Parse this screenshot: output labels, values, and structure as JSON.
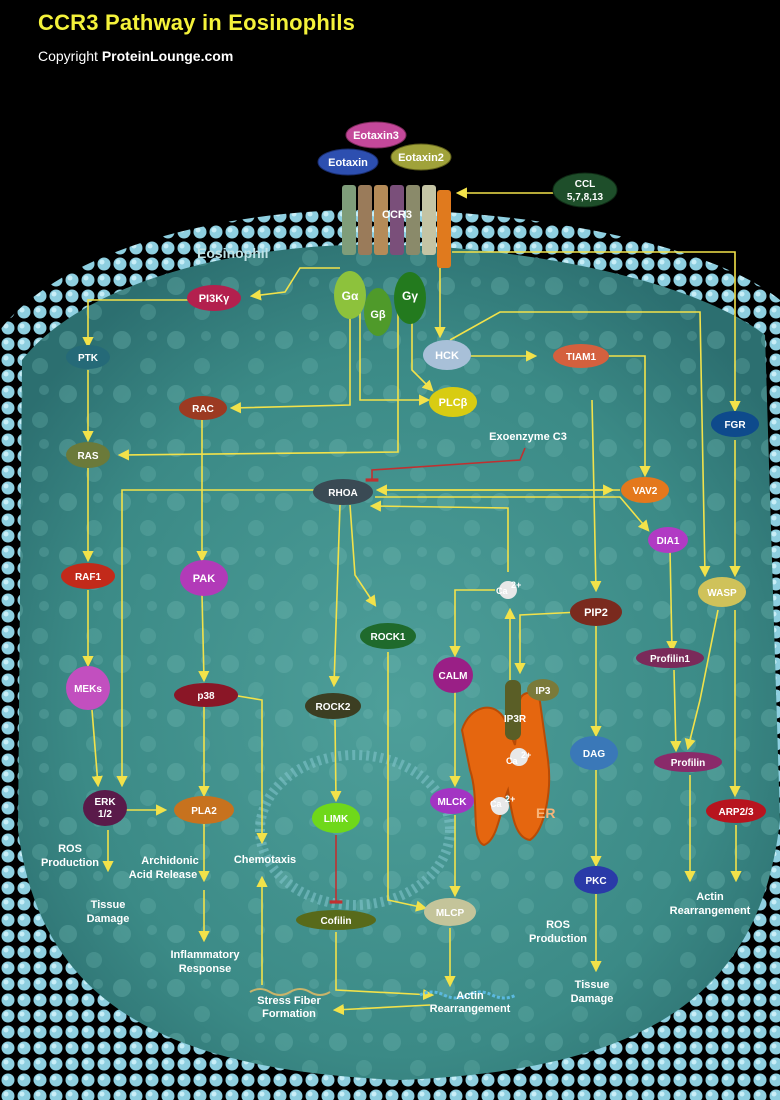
{
  "header": {
    "title": "CCR3 Pathway in Eosinophils",
    "copyright_prefix": "Copyright",
    "copyright_brand": "ProteinLounge.com"
  },
  "cell": {
    "label": "Eosinophil",
    "er_label": "ER"
  },
  "ligands": {
    "eotaxin3": "Eotaxin3",
    "eotaxin": "Eotaxin",
    "eotaxin2": "Eotaxin2",
    "ccl_line1": "CCL",
    "ccl_line2": "5,7,8,13"
  },
  "receptor": "CCR3",
  "gproteins": {
    "ga": "Gα",
    "gb": "Gβ",
    "gg": "Gγ"
  },
  "nodes": {
    "pi3k": "PI3Kγ",
    "ptk": "PTK",
    "ras": "RAS",
    "raf1": "RAF1",
    "meks": "MEKs",
    "erk_line1": "ERK",
    "erk_line2": "1/2",
    "rac": "RAC",
    "pak": "PAK",
    "p38": "p38",
    "pla2": "PLA2",
    "hck": "HCK",
    "tiam1": "TIAM1",
    "plcb": "PLCβ",
    "fgr": "FGR",
    "vav2": "VAV2",
    "rhoa": "RHOA",
    "dia1": "DIA1",
    "rock1": "ROCK1",
    "rock2": "ROCK2",
    "limk": "LIMK",
    "cofilin": "Cofilin",
    "calm": "CALM",
    "mlck": "MLCK",
    "mlcp": "MLCP",
    "ip3": "IP3",
    "ip3r": "IP3R",
    "pip2": "PIP2",
    "dag": "DAG",
    "pkc": "PKC",
    "wasp": "WASP",
    "profilin1": "Profilin1",
    "profilin": "Profilin",
    "arp23": "ARP2/3",
    "ca_base": "Ca",
    "ca_charge": "2+"
  },
  "labels": {
    "exoenzyme": "Exoenzyme C3",
    "ros1_l1": "ROS",
    "ros1_l2": "Production",
    "tissue1_l1": "Tissue",
    "tissue1_l2": "Damage",
    "aar_l1": "Archidonic",
    "aar_l2": "Acid Release",
    "inflam_l1": "Inflammatory",
    "inflam_l2": "Response",
    "chemotaxis": "Chemotaxis",
    "stress_l1": "Stress Fiber",
    "stress_l2": "Formation",
    "actin_mid_l1": "Actin",
    "actin_mid_l2": "Rearrangement",
    "ros2_l1": "ROS",
    "ros2_l2": "Production",
    "tissue2_l1": "Tissue",
    "tissue2_l2": "Damage",
    "actin_r_l1": "Actin",
    "actin_r_l2": "Rearrangement"
  },
  "colors": {
    "background": "#000000",
    "cytoplasm": "#3f8f8c",
    "membrane": "#6fb7c5",
    "arrow": "#f2e24a",
    "inhibit": "#c03030",
    "title": "#f4f23a",
    "er": "#e5660f"
  }
}
